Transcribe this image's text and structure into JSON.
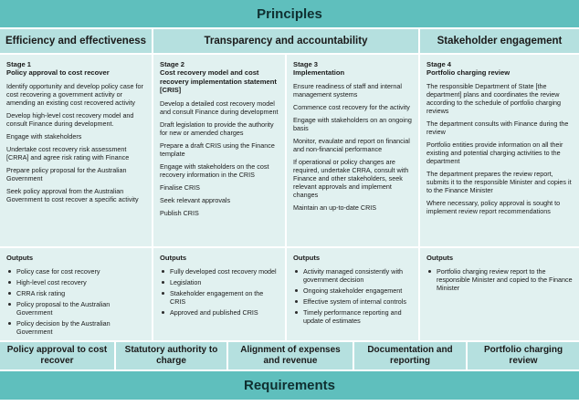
{
  "principles_title": "Principles",
  "requirements_title": "Requirements",
  "headers": {
    "efficiency": "Efficiency and effectiveness",
    "transparency": "Transparency and accountability",
    "stakeholder": "Stakeholder engagement"
  },
  "stages": [
    {
      "num": "Stage 1",
      "title": "Policy approval to cost recover",
      "paras": [
        "Identify opportunity and develop policy case for cost recovering a government activity or amending an existing cost recovered activity",
        "Develop high-level cost recovery model and consult Finance during development.",
        "Engage with stakeholders",
        "Undertake cost recovery risk assessment [CRRA] and agree risk rating with Finance",
        "Prepare policy proposal for the Australian Government",
        "Seek policy approval from the Australian Government to cost recover a specific activity"
      ],
      "outputs": [
        "Policy case for cost recovery",
        "High-level cost recovery",
        "CRRA risk rating",
        "Policy proposal to the Australian Government",
        "Policy decision by the Australian Government"
      ]
    },
    {
      "num": "Stage 2",
      "title": "Cost recovery model and cost recovery implementation statement [CRIS]",
      "paras": [
        "Develop a detailed cost recovery model and consult Finance during development",
        "Draft legislation to provide the authority for new or amended charges",
        "Prepare a draft CRIS using the Finance template",
        "Engage with stakeholders on the cost recovery information in the CRIS",
        "Finalise CRIS",
        "Seek relevant approvals",
        "Publish CRIS"
      ],
      "outputs": [
        "Fully developed cost recovery model",
        "Legislation",
        "Stakeholder engagement on the CRIS",
        "Approved and published CRIS"
      ]
    },
    {
      "num": "Stage 3",
      "title": "Implementation",
      "paras": [
        "Ensure readiness of staff and internal management systems",
        "Commence cost recovery for the activity",
        "Engage with stakeholders on an ongoing basis",
        "Monitor, evaulate and report on financial and non-financial performance",
        "If operational or policy changes are required, undertake CRRA, consult with Finance and other stakeholders, seek relevant approvals and implement changes",
        "Maintain an up-to-date CRIS"
      ],
      "outputs": [
        "Activity managed consistently with government decision",
        "Ongoing stakeholder engagement",
        "Effective system of internal controls",
        "Timely performance reporting and update of estimates"
      ]
    },
    {
      "num": "Stage 4",
      "title": "Portfolio charging review",
      "paras": [
        "The responsible Department of State [the department] plans and coordinates the review according to the schedule of portfolio charging reviews",
        "The department consults with Finance during the review",
        "Portfolio entities provide information on all their existing and potential charging activities to the department",
        "The department prepares the review report, submits it to the responsible Minister and copies it to the Finance Minister",
        "Where necessary, policy approval is sought to implement review report recommendations"
      ],
      "outputs": [
        "Portfolio charging review report to the responsible Minister and copied to the Finance Minister"
      ]
    }
  ],
  "outputs_label": "Outputs",
  "requirements": [
    "Policy approval to cost recover",
    "Statutory authority to charge",
    "Alignment of expenses and revenue",
    "Documentation and reporting",
    "Portfolio charging review"
  ]
}
